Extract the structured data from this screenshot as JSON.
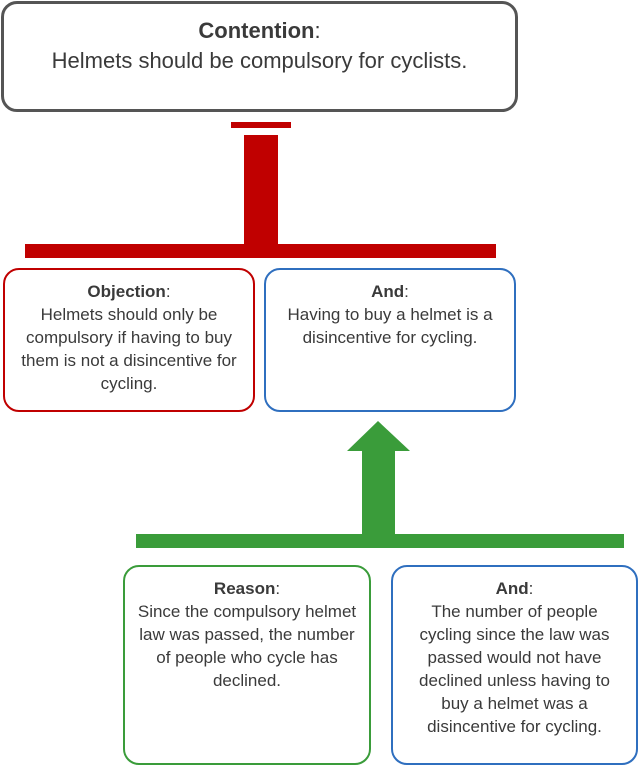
{
  "contention": {
    "head": "Contention",
    "body": "Helmets should be compulsory for cyclists."
  },
  "objection": {
    "head": "Objection",
    "body": "Helmets should only be compulsory if having to buy them is not a disincentive for cycling."
  },
  "and_top": {
    "head": "And",
    "body": "Having to buy a helmet is a disincentive for cycling."
  },
  "reason": {
    "head": "Reason",
    "body": "Since the compulsory helmet law was passed, the number of people who cycle has declined."
  },
  "and_bottom": {
    "head": "And",
    "body": "The number of people cycling since the law was passed would not have declined unless having to buy a helmet was a disincentive for cycling."
  },
  "colors": {
    "objection_connector": "#c00000",
    "reason_connector": "#3a9c3a",
    "contention_border": "#555555",
    "co_premise_border": "#2f6fbf"
  }
}
